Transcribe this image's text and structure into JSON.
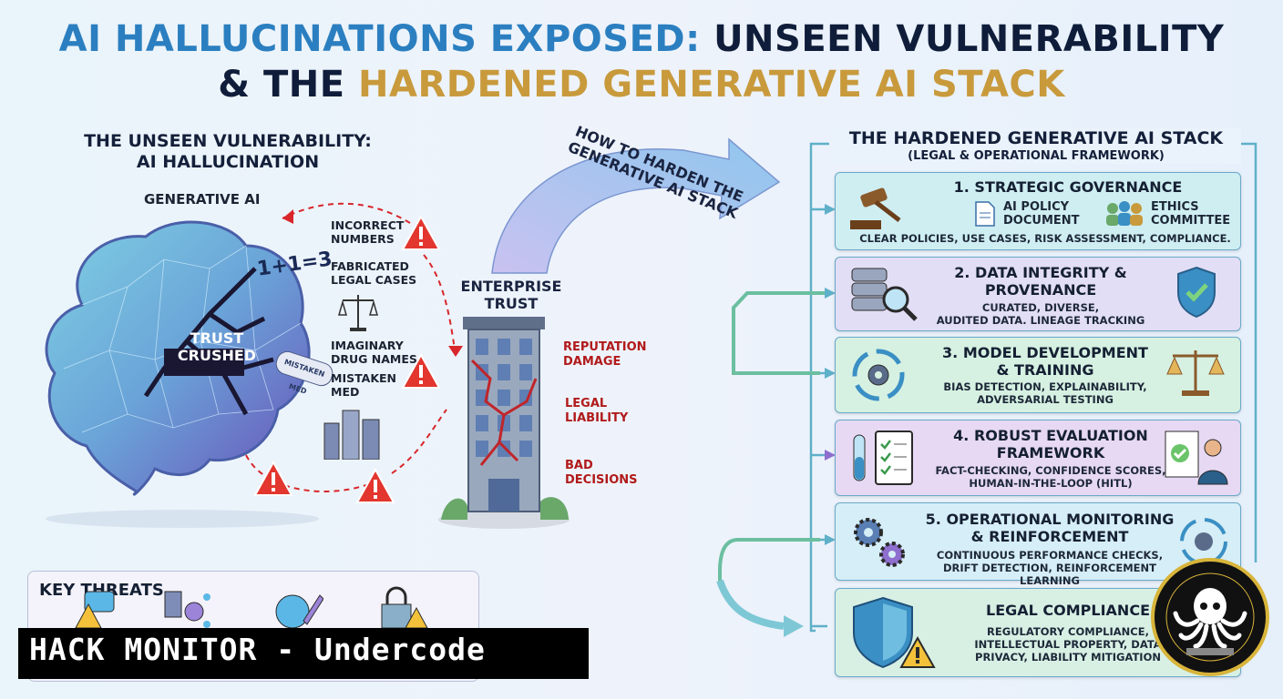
{
  "title": {
    "line1_part1": "AI HALLUCINATIONS EXPOSED:",
    "line1_part2": "UNSEEN VULNERABILITY",
    "line2_part1": "& THE",
    "line2_part2": "HARDENED GENERATIVE AI STACK"
  },
  "left": {
    "heading_line1": "THE UNSEEN VULNERABILITY:",
    "heading_line2": "AI HALLUCINATION",
    "brain_label": "GENERATIVE AI",
    "trust_crushed_1": "TRUST",
    "trust_crushed_2": "CRUSHED",
    "equation": "1+1=3",
    "pill_text": "MISTAKEN MED",
    "issues": {
      "incorrect_numbers_1": "INCORRECT",
      "incorrect_numbers_2": "NUMBERS",
      "fabricated_1": "FABRICATED",
      "fabricated_2": "LEGAL CASES",
      "imaginary_1": "IMAGINARY",
      "imaginary_2": "DRUG NAMES",
      "mistaken_1": "MISTAKEN",
      "mistaken_2": "MED"
    }
  },
  "center": {
    "arc_label_1": "HOW TO HARDEN THE",
    "arc_label_2": "GENERATIVE AI STACK",
    "enterprise_1": "ENTERPRISE",
    "enterprise_2": "TRUST",
    "impacts": {
      "reputation_1": "REPUTATION",
      "reputation_2": "DAMAGE",
      "legal_1": "LEGAL",
      "legal_2": "LIABILITY",
      "bad_1": "BAD",
      "bad_2": "DECISIONS"
    }
  },
  "key_threats": {
    "heading": "KEY THREATS"
  },
  "banner": {
    "text": "HACK MONITOR - Undercode"
  },
  "right": {
    "heading": "THE HARDENED GENERATIVE AI STACK",
    "subheading": "(LEGAL & OPERATIONAL FRAMEWORK)",
    "cards": [
      {
        "title_1": "1. STRATEGIC GOVERNANCE",
        "policy_1": "AI POLICY",
        "policy_2": "DOCUMENT",
        "ethics_1": "ETHICS",
        "ethics_2": "COMMITTEE",
        "desc_1": "CLEAR POLICIES, USE CASES, RISK ASSESSMENT, COMPLIANCE."
      },
      {
        "title_1": "2. DATA INTEGRITY &",
        "title_2": "PROVENANCE",
        "desc_1": "CURATED, DIVERSE,",
        "desc_2": "AUDITED DATA. LINEAGE TRACKING"
      },
      {
        "title_1": "3. MODEL DEVELOPMENT",
        "title_2": "& TRAINING",
        "desc_1": "BIAS DETECTION, EXPLAINABILITY,",
        "desc_2": "ADVERSARIAL TESTING"
      },
      {
        "title_1": "4. ROBUST EVALUATION",
        "title_2": "FRAMEWORK",
        "desc_1": "FACT-CHECKING, CONFIDENCE SCORES,",
        "desc_2": "HUMAN-IN-THE-LOOP (HITL)"
      },
      {
        "title_1": "5. OPERATIONAL MONITORING",
        "title_2": "& REINFORCEMENT",
        "desc_1": "CONTINUOUS PERFORMANCE CHECKS,",
        "desc_2": "DRIFT DETECTION, REINFORCEMENT LEARNING"
      },
      {
        "title_1": "LEGAL COMPLIANCE",
        "desc_1": "REGULATORY COMPLIANCE,",
        "desc_2": "INTELLECTUAL PROPERTY, DATA",
        "desc_3": "PRIVACY, LIABILITY MITIGATION"
      }
    ]
  },
  "colors": {
    "accent_blue": "#2b7fc0",
    "navy": "#0f1d3a",
    "gold": "#c89a3c",
    "danger_red": "#d8262b",
    "card_teal": "#cfeef2",
    "card_lavender": "#e2def5",
    "card_mint": "#d6f1e2",
    "card_purple": "#e7d9f3"
  }
}
